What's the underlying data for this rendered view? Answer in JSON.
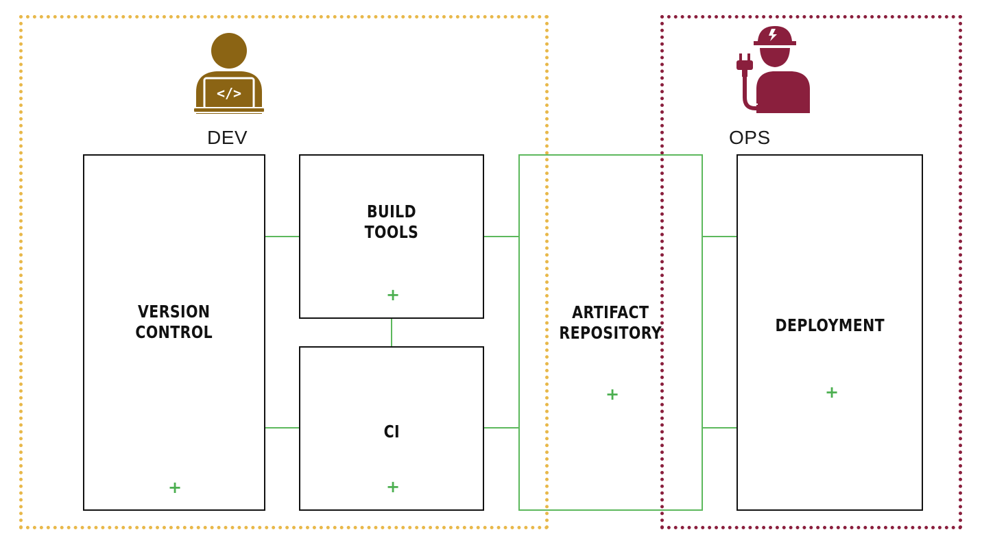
{
  "groups": {
    "dev": {
      "label": "DEV",
      "icon": "developer-laptop-icon",
      "color": "#e8b84a",
      "icon_color": "#8b6414"
    },
    "ops": {
      "label": "OPS",
      "icon": "engineer-hardhat-plug-icon",
      "color": "#8a1f3d",
      "icon_color": "#8a1f3d"
    }
  },
  "blocks": {
    "version_control": "VERSION\nCONTROL",
    "build_tools": "BUILD\nTOOLS",
    "ci": "CI",
    "artifact_repository": "ARTIFACT\nREPOSITORY",
    "deployment": "DEPLOYMENT"
  },
  "add_marker": "+",
  "colors": {
    "connector": "#5cb85c",
    "block_border": "#111111"
  }
}
